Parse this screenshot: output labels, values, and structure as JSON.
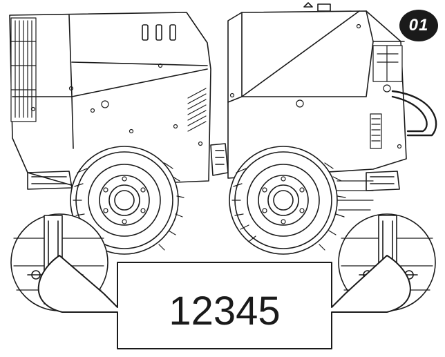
{
  "badge": {
    "step_number": "01",
    "bg_color": "#1a1a1a",
    "text_color": "#ffffff"
  },
  "callout": {
    "serial_number": "12345"
  },
  "drawing": {
    "line_color": "#1a1a1a",
    "subject": "twin-drum-trench-roller-line-drawing"
  },
  "icons": {
    "detail_left": "magnifier-detail-left",
    "detail_right": "magnifier-detail-right"
  }
}
